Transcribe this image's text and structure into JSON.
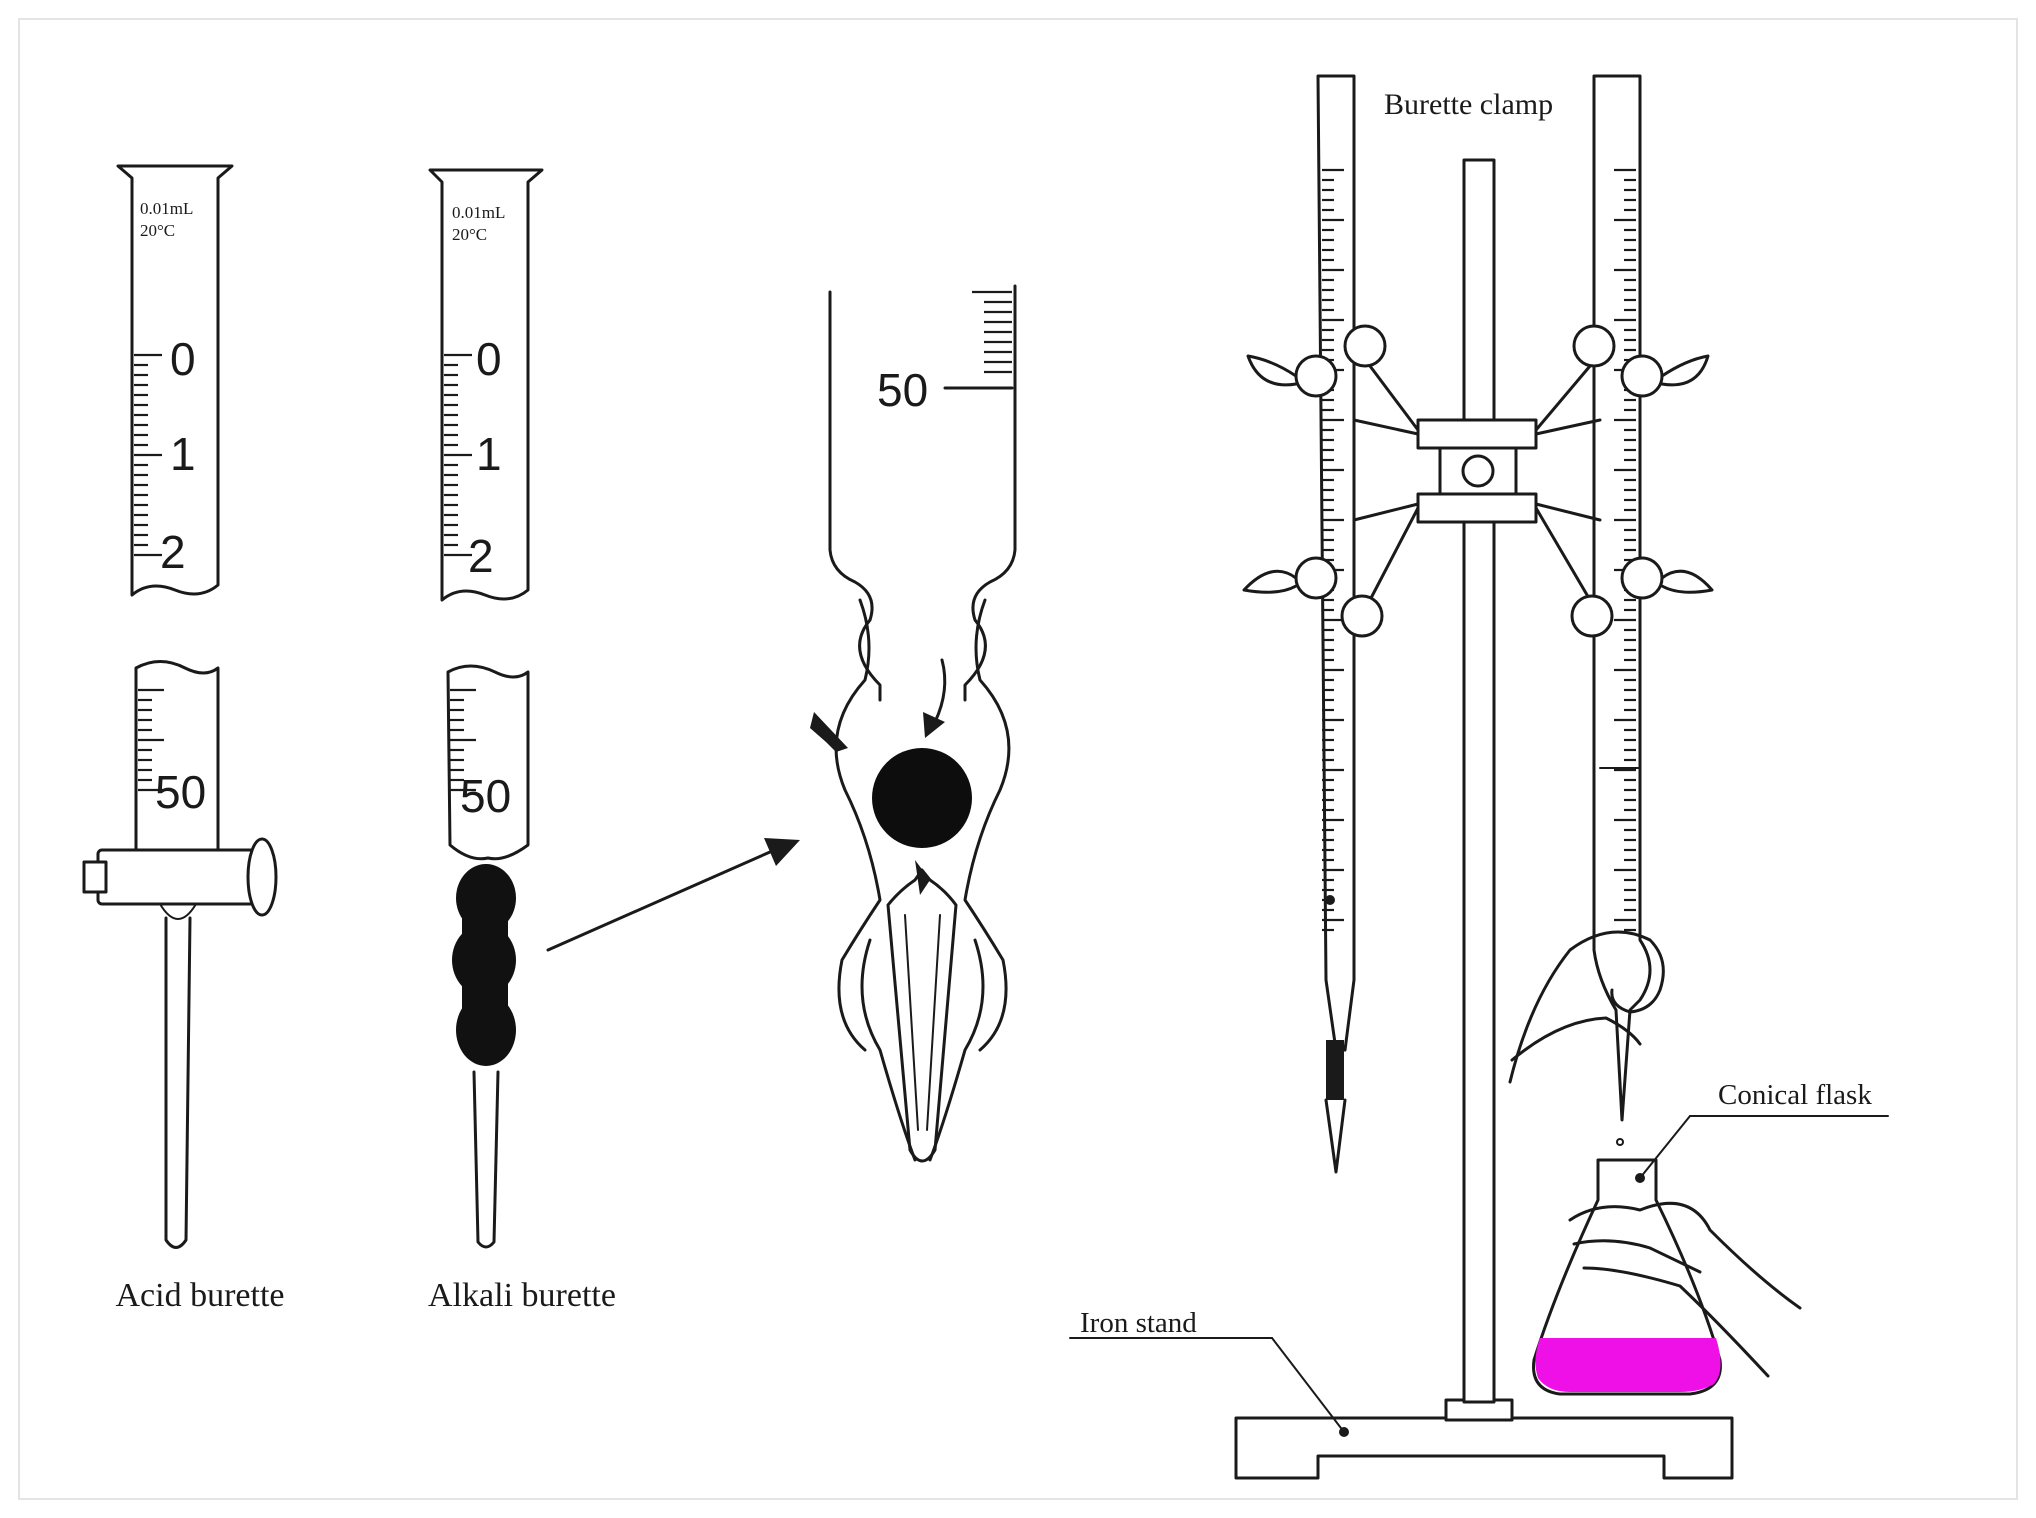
{
  "labels": {
    "acid_burette": "Acid burette",
    "alkali_burette": "Alkali burette",
    "burette_clamp": "Burette clamp",
    "conical_flask": "Conical flask",
    "iron_stand": "Iron stand"
  },
  "acid_tube": {
    "spec_line1": "0.01mL",
    "spec_line2": "20°C",
    "marks": [
      "0",
      "1",
      "2"
    ],
    "bottom_mark": "50"
  },
  "alkali_tube": {
    "spec_line1": "0.01mL",
    "spec_line2": "20°C",
    "marks": [
      "0",
      "1",
      "2"
    ],
    "bottom_mark": "50"
  },
  "detail_view": {
    "mark": "50"
  },
  "colors": {
    "line": "#1a1a1a",
    "indicator_solution": "#ee10e6",
    "frame_border": "#e4e4e4"
  }
}
